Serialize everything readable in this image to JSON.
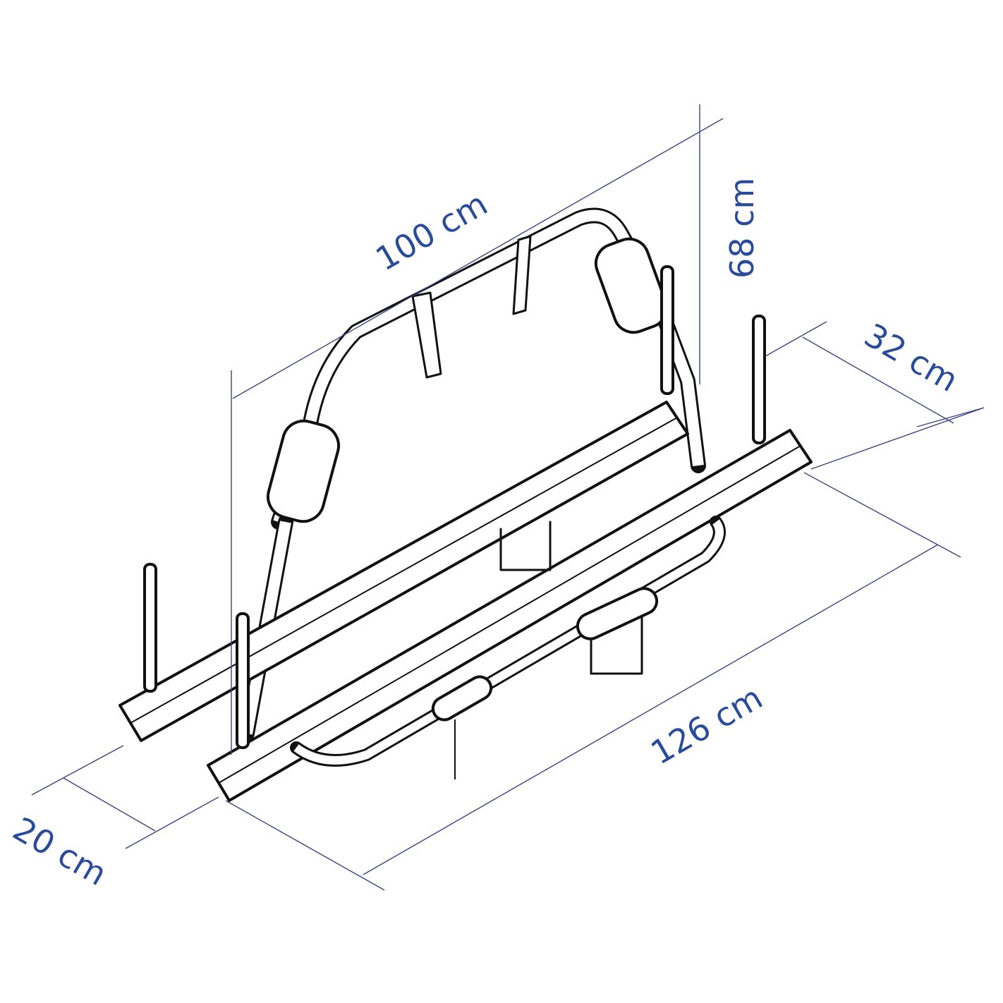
{
  "diagram": {
    "subject": "bike-rack",
    "dimension_color": "#2a4a9a",
    "dimensions": {
      "width_top": "100 cm",
      "height": "68 cm",
      "depth_top": "32 cm",
      "length_rails": "126 cm",
      "rail_spacing": "20 cm"
    }
  }
}
